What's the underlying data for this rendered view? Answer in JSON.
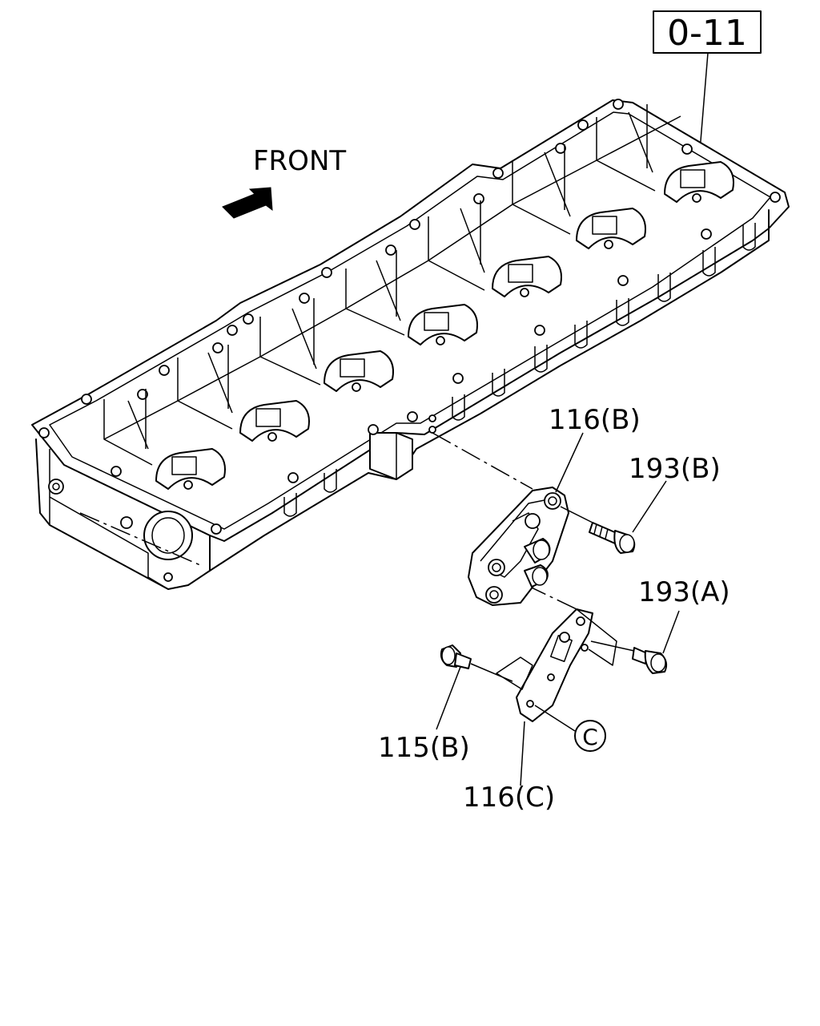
{
  "ref_box": {
    "label": "0-11"
  },
  "front_label": "FRONT",
  "callouts": {
    "p116b": "116(B)",
    "p193b": "193(B)",
    "p193a": "193(A)",
    "p115b": "115(B)",
    "p116c": "116(C)",
    "circle_c": "C"
  },
  "icons": {
    "front_arrow": "front-direction-arrow-icon"
  }
}
